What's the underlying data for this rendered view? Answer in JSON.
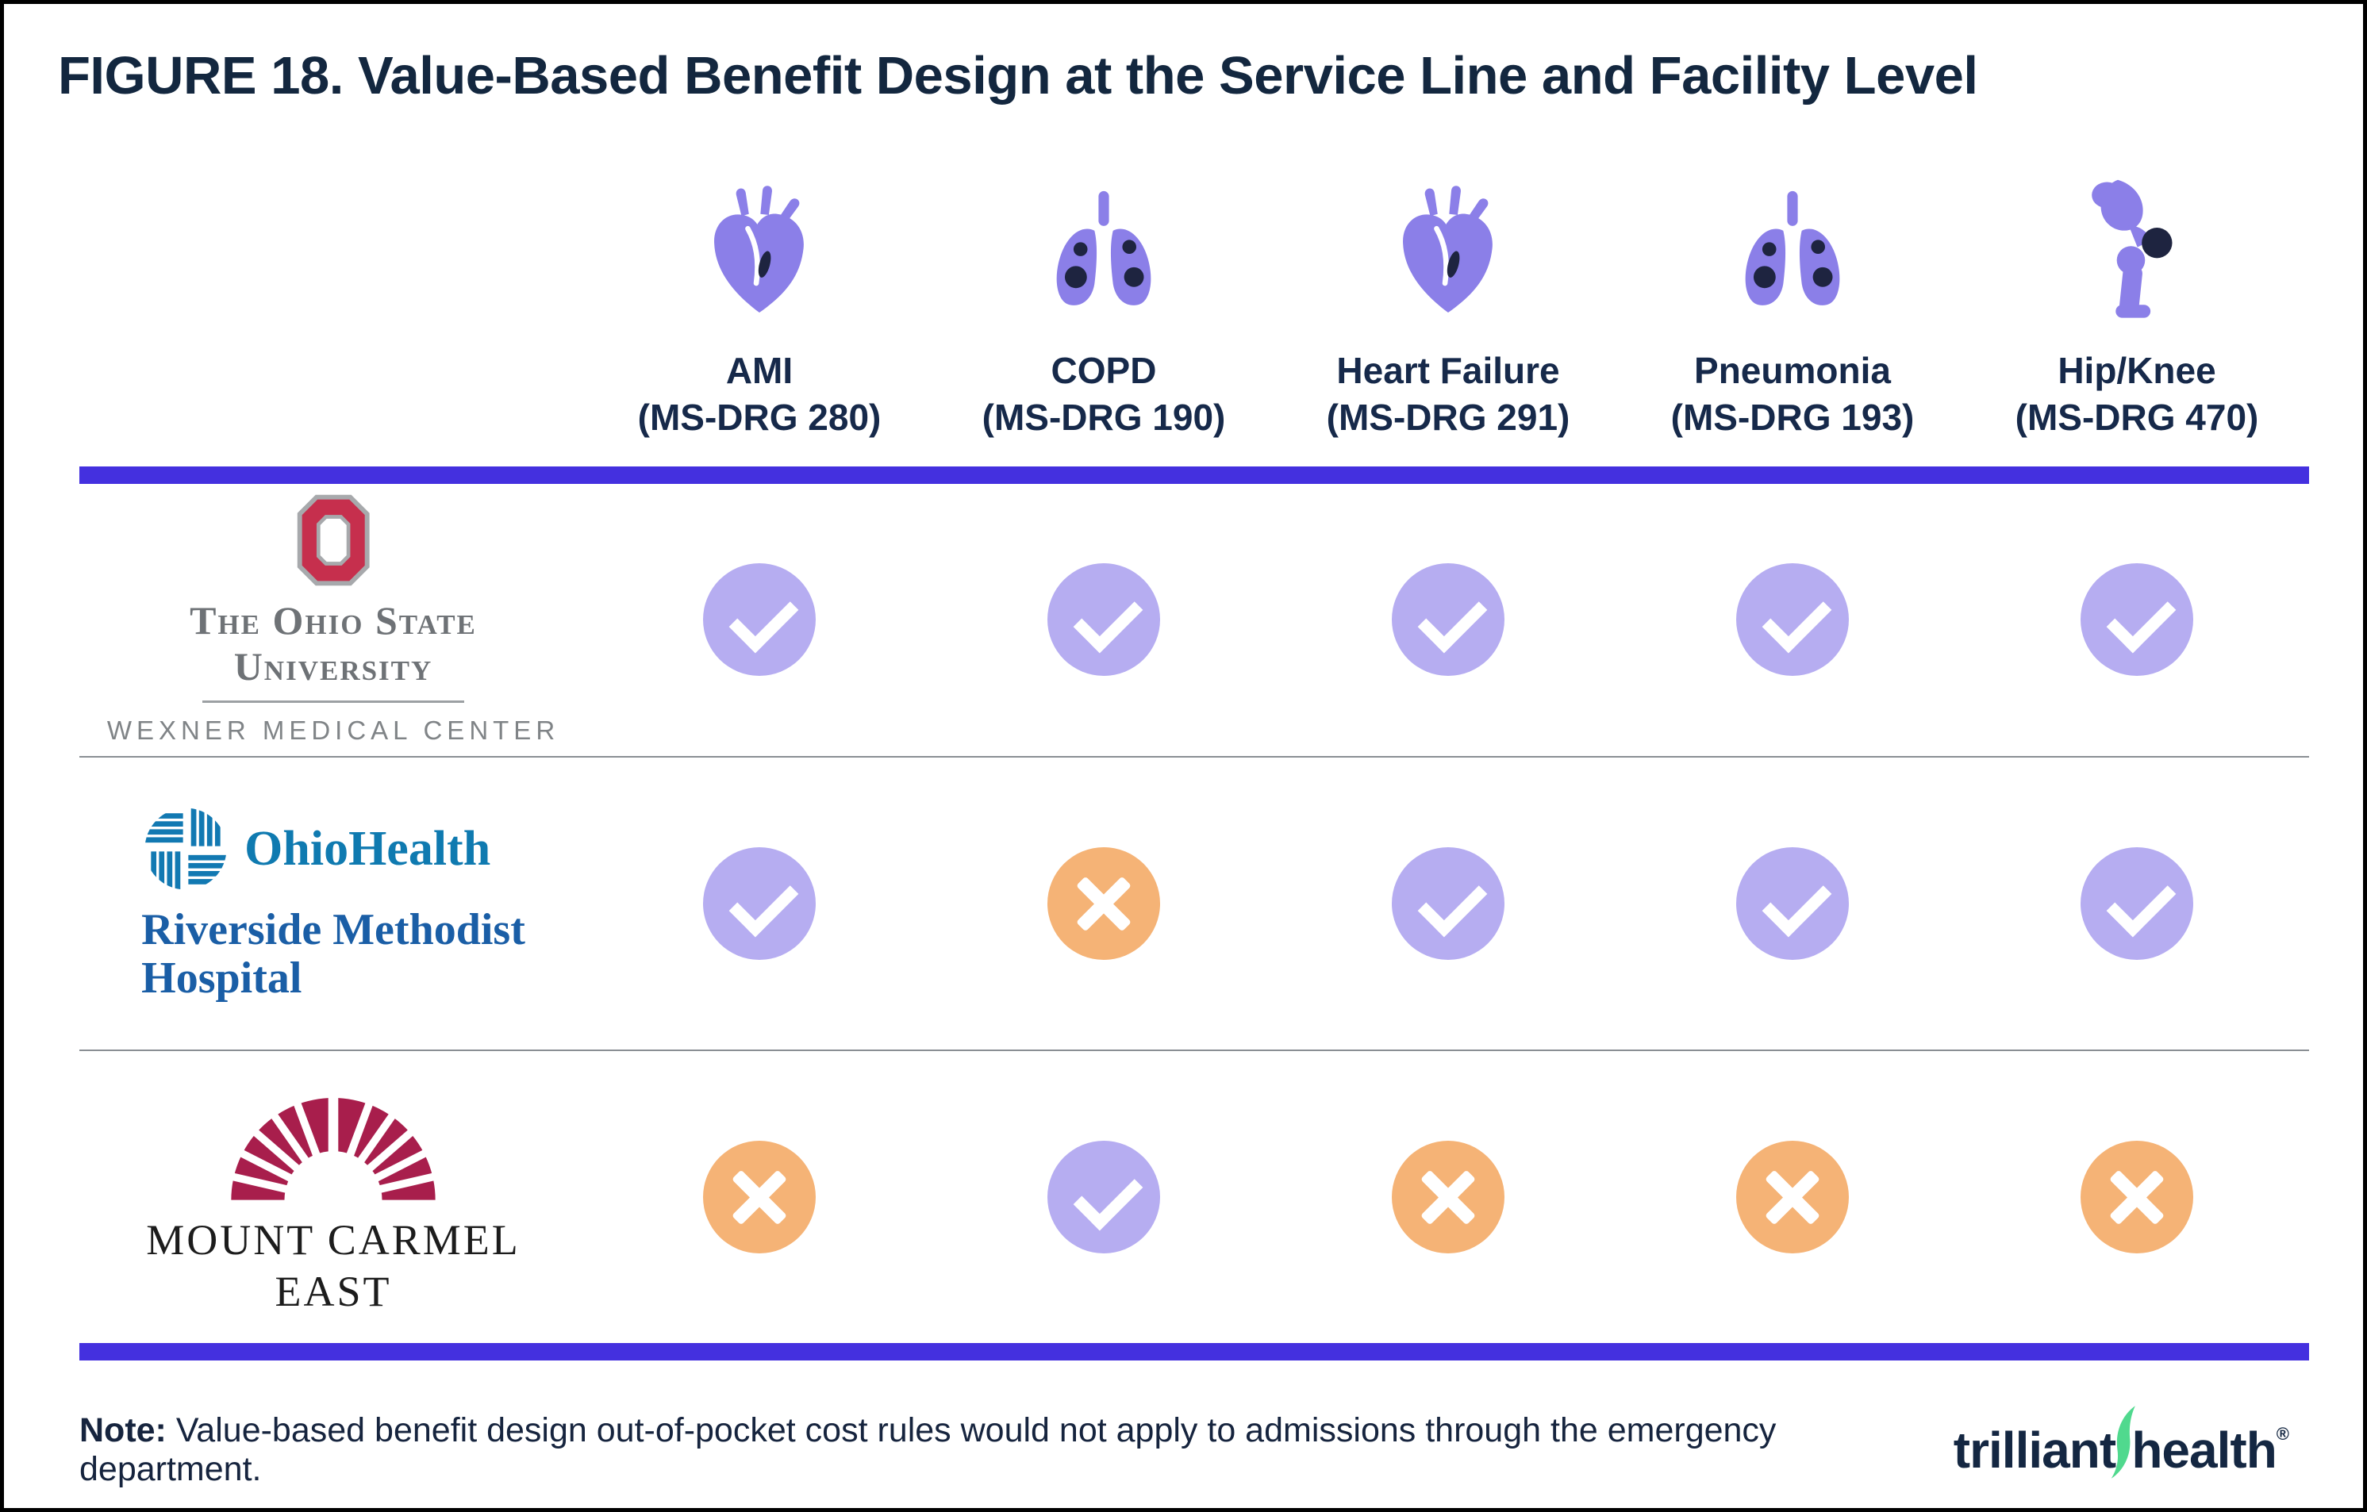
{
  "figure": {
    "title": "FIGURE 18. Value-Based Benefit Design at the Service Line and Facility Level"
  },
  "columns": [
    {
      "label": "AMI",
      "sub": "(MS-DRG 280)",
      "icon": "heart-icon"
    },
    {
      "label": "COPD",
      "sub": "(MS-DRG 190)",
      "icon": "lungs-icon"
    },
    {
      "label": "Heart Failure",
      "sub": "(MS-DRG 291)",
      "icon": "heart-icon"
    },
    {
      "label": "Pneumonia",
      "sub": "(MS-DRG 193)",
      "icon": "lungs-icon"
    },
    {
      "label": "Hip/Knee",
      "sub": "(MS-DRG 470)",
      "icon": "hip-joint-icon"
    }
  ],
  "logos": {
    "osu": {
      "line1": "The Ohio State",
      "line2": "University",
      "line3": "WEXNER MEDICAL CENTER"
    },
    "ohiohealth": {
      "name": "OhioHealth",
      "line2": "Riverside Methodist",
      "line3": "Hospital"
    },
    "mountcarmel": {
      "line1": "MOUNT CARMEL",
      "line2": "EAST"
    }
  },
  "note": {
    "label": "Note:",
    "text": " Value-based benefit design out-of-pocket cost rules would not apply to admissions through the emergency department."
  },
  "brand": {
    "word1": "trilliant",
    "word2": "health",
    "registered": "®",
    "swoosh_icon": "swoosh-icon"
  },
  "colors": {
    "accent_rule": "#4430DF",
    "check_bg": "#B6ADF1",
    "x_bg": "#F5B376",
    "icon_purple": "#8B7FE8",
    "icon_dark": "#1E2440",
    "navy_text": "#13273F",
    "separator_gray": "#8A8F94",
    "osu_red": "#C62F4D",
    "osu_gray": "#6E7276",
    "ohiohealth_blue": "#0F7AB0",
    "ohiohealth_dark_blue": "#1A5EA6",
    "mount_carmel_crimson": "#A81E4C",
    "trilliant_green": "#50D98E"
  },
  "chart_data": {
    "type": "table",
    "title": "FIGURE 18. Value-Based Benefit Design at the Service Line and Facility Level",
    "columns": [
      "AMI (MS-DRG 280)",
      "COPD (MS-DRG 190)",
      "Heart Failure (MS-DRG 291)",
      "Pneumonia (MS-DRG 193)",
      "Hip/Knee (MS-DRG 470)"
    ],
    "rows": [
      {
        "facility": "The Ohio State University Wexner Medical Center",
        "values": [
          "check",
          "check",
          "check",
          "check",
          "check"
        ]
      },
      {
        "facility": "OhioHealth Riverside Methodist Hospital",
        "values": [
          "check",
          "x",
          "check",
          "check",
          "check"
        ]
      },
      {
        "facility": "Mount Carmel East",
        "values": [
          "x",
          "check",
          "x",
          "x",
          "x"
        ]
      }
    ]
  }
}
